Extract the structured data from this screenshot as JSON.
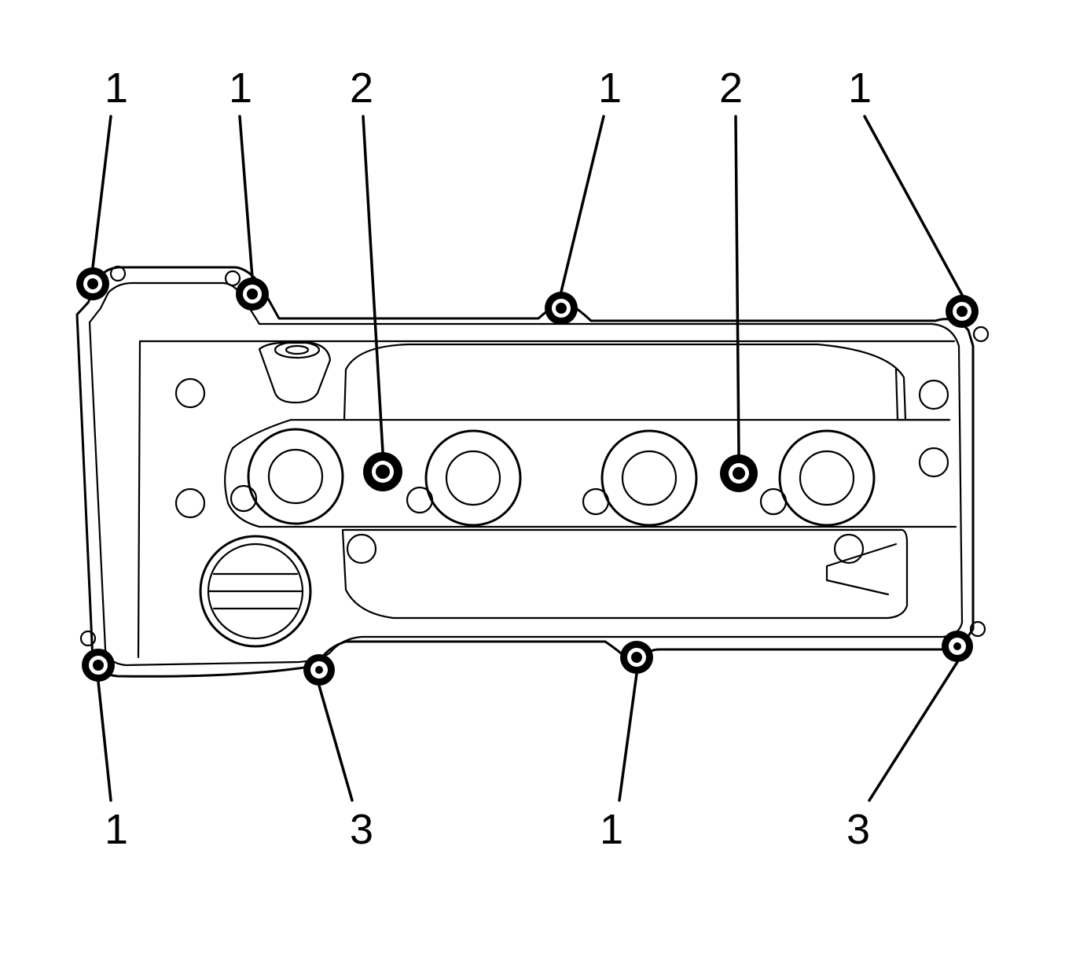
{
  "diagram": {
    "callouts": [
      {
        "id": "c1",
        "label": "1"
      },
      {
        "id": "c2",
        "label": "1"
      },
      {
        "id": "c3",
        "label": "2"
      },
      {
        "id": "c4",
        "label": "1"
      },
      {
        "id": "c5",
        "label": "2"
      },
      {
        "id": "c6",
        "label": "1"
      },
      {
        "id": "c7",
        "label": "1"
      },
      {
        "id": "c8",
        "label": "3"
      },
      {
        "id": "c9",
        "label": "1"
      },
      {
        "id": "c10",
        "label": "3"
      }
    ]
  }
}
